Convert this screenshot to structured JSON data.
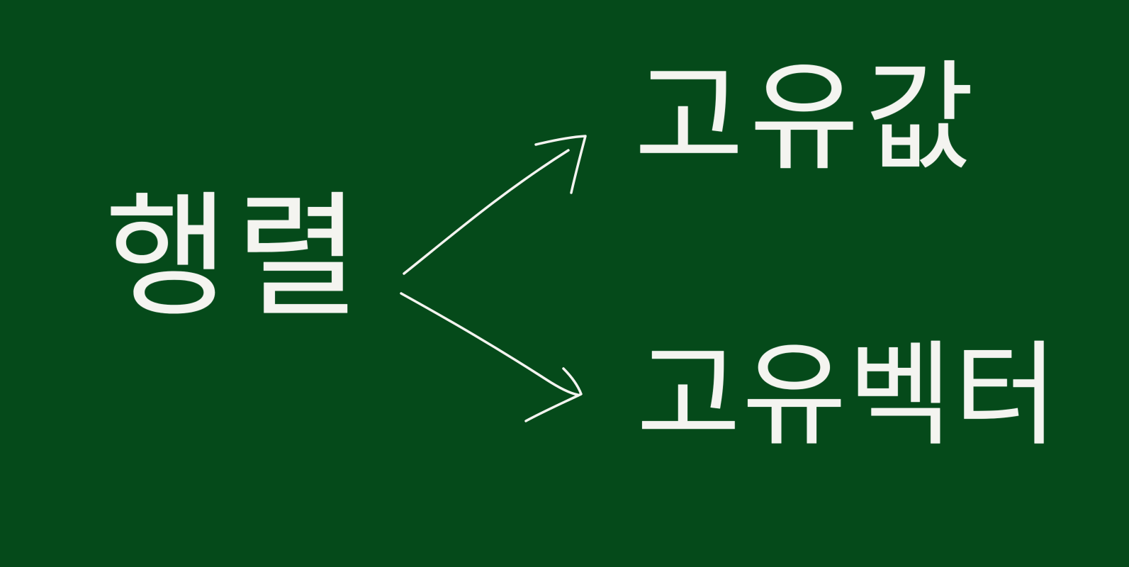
{
  "board": {
    "background_color": "#054a1a",
    "chalk_color": "#f4f4f0"
  },
  "nodes": {
    "source": {
      "label": "행렬"
    },
    "upper_target": {
      "label": "고유값"
    },
    "lower_target": {
      "label": "고유벡터"
    }
  },
  "edges": [
    {
      "from": "source",
      "to": "upper_target"
    },
    {
      "from": "source",
      "to": "lower_target"
    }
  ]
}
